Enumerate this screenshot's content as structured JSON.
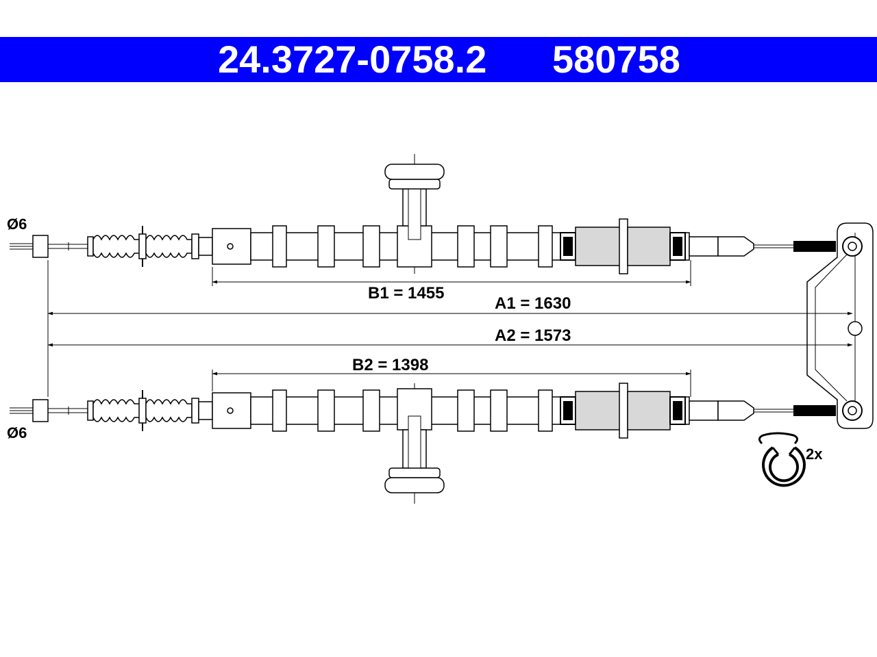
{
  "header": {
    "part_number": "24.3727-0758.2",
    "ref_number": "580758",
    "background_color": "#0000ff",
    "text_color": "#ffffff"
  },
  "dimensions": {
    "b1": "B1 = 1455",
    "a1": "A1 = 1630",
    "a2": "A2 = 1573",
    "b2": "B2 = 1398",
    "diameter_top": "Ø6",
    "diameter_bottom": "Ø6"
  },
  "clip": {
    "quantity": "2x"
  }
}
